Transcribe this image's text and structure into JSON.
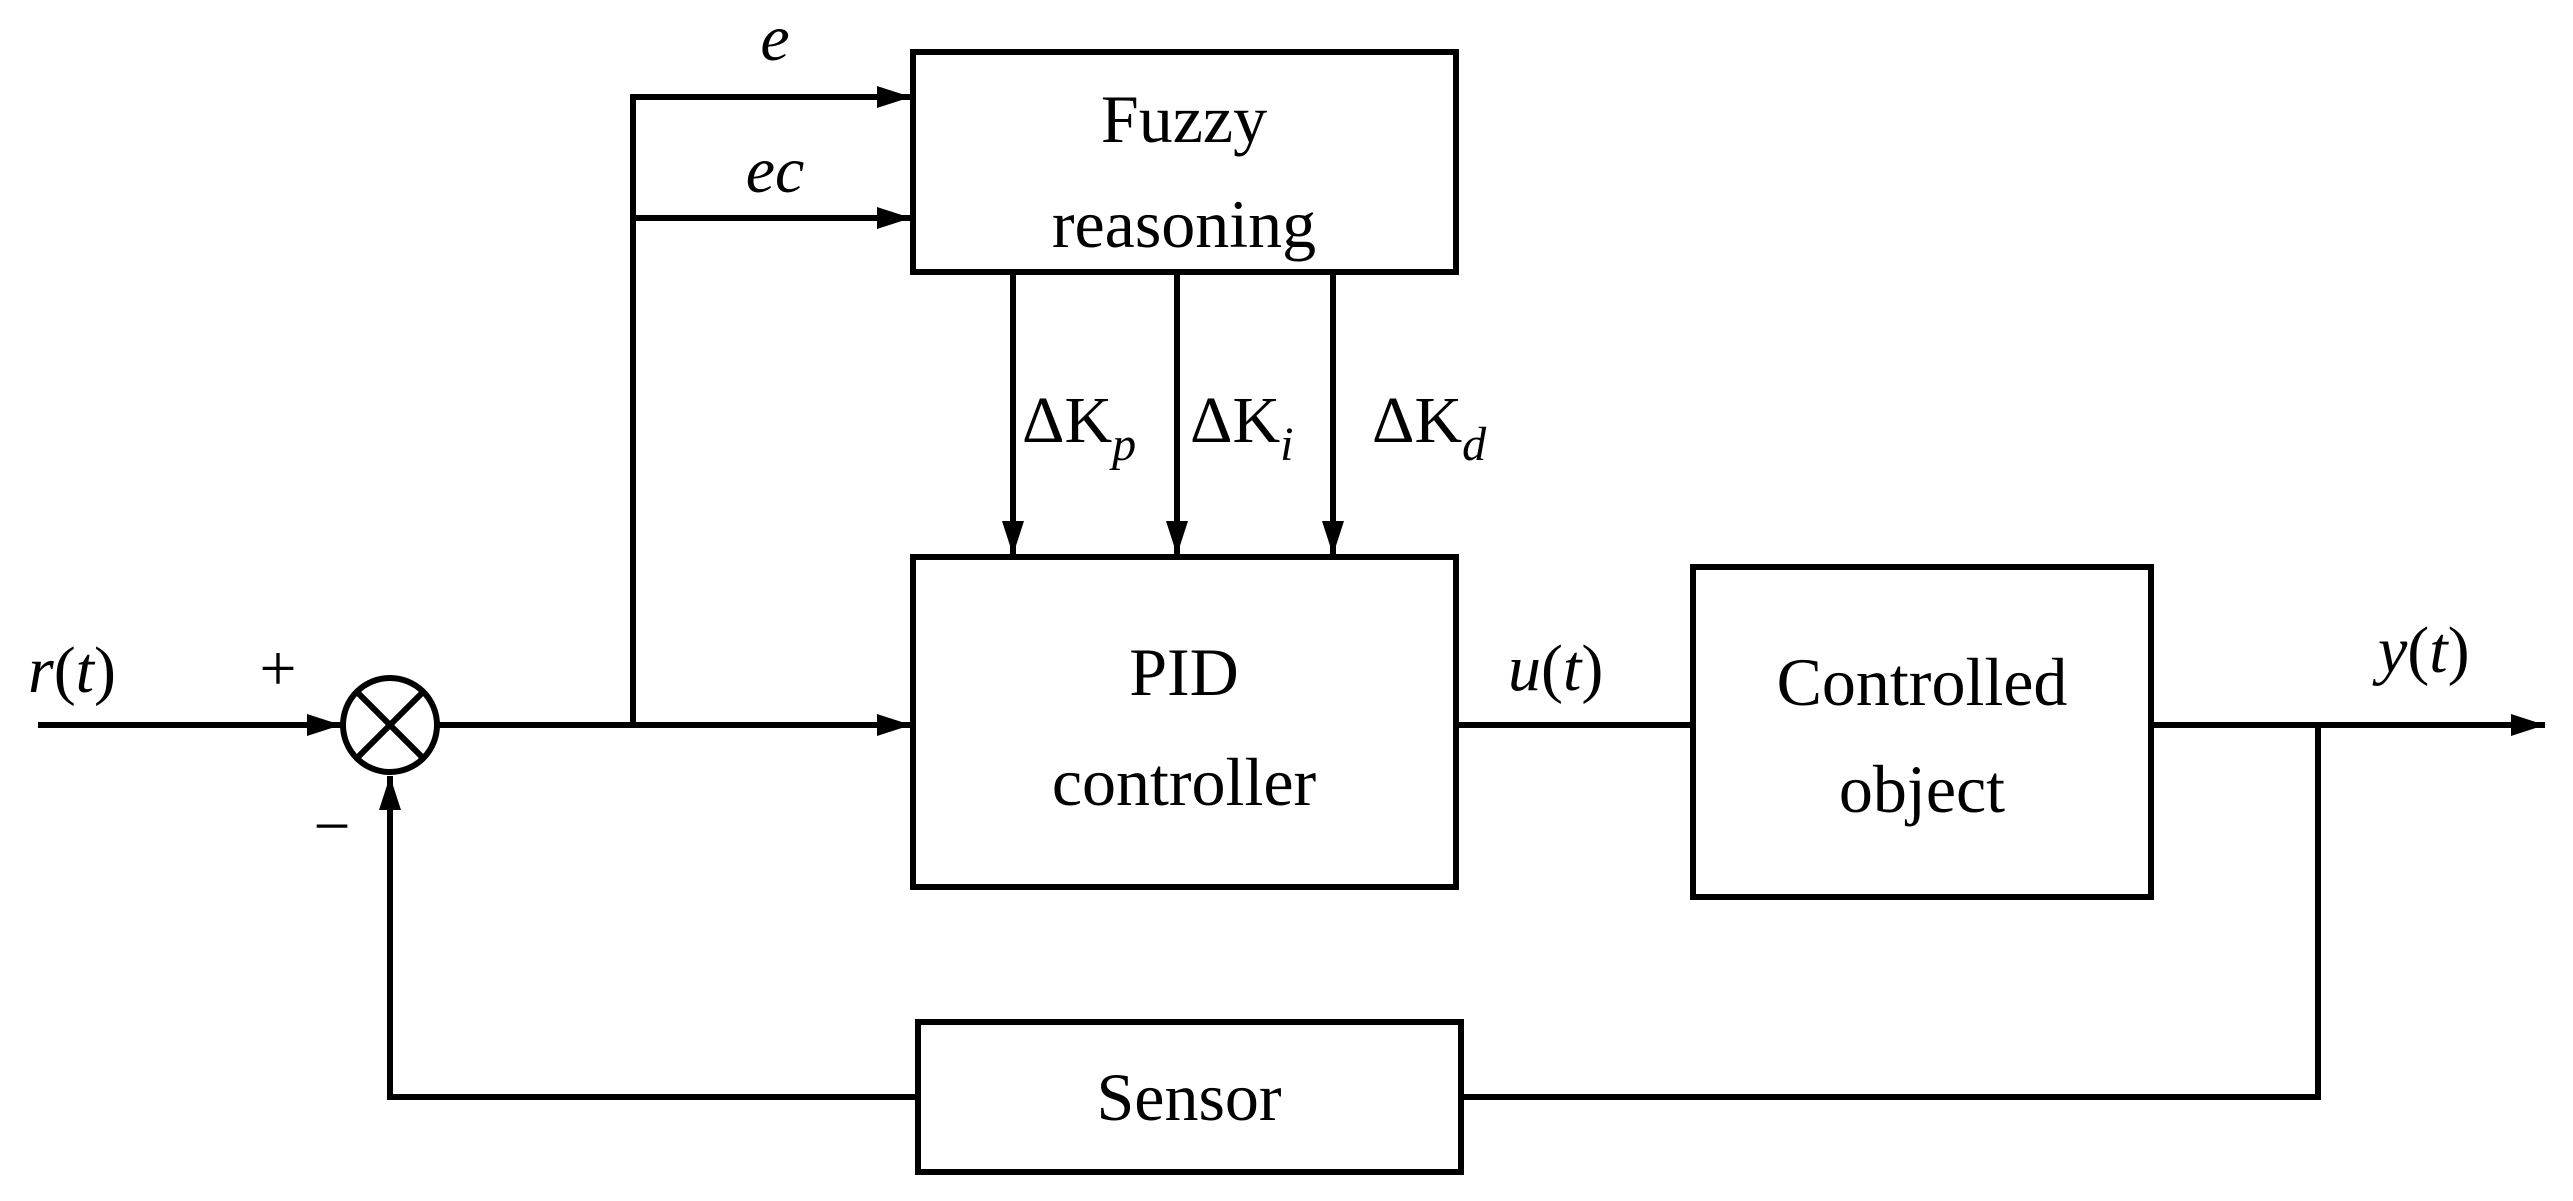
{
  "blocks": {
    "fuzzy": {
      "line1": "Fuzzy",
      "line2": "reasoning"
    },
    "pid": {
      "line1": "PID",
      "line2": "controller"
    },
    "plant": {
      "line1": "Controlled",
      "line2": "object"
    },
    "sensor": {
      "line1": "Sensor"
    }
  },
  "signals": {
    "reference": {
      "var": "r",
      "arg": "t"
    },
    "control": {
      "var": "u",
      "arg": "t"
    },
    "output": {
      "var": "y",
      "arg": "t"
    },
    "error": "e",
    "error_change": "ec",
    "gain_prefix": "ΔK",
    "gain_p_sub": "p",
    "gain_i_sub": "i",
    "gain_d_sub": "d"
  },
  "summing_junction": {
    "plus": "+",
    "minus": "−"
  },
  "colors": {
    "line": "#000000",
    "background": "#ffffff"
  }
}
